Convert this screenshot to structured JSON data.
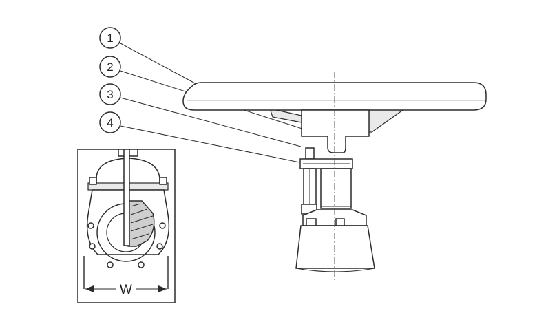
{
  "callouts": [
    {
      "label": "1"
    },
    {
      "label": "2"
    },
    {
      "label": "3"
    },
    {
      "label": "4"
    }
  ],
  "dimension": {
    "label": "W"
  }
}
